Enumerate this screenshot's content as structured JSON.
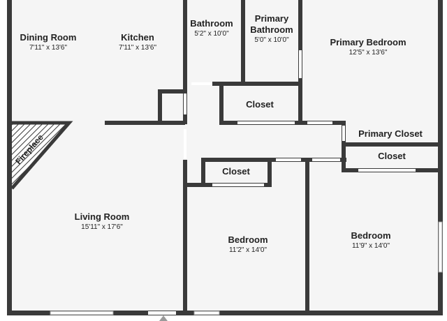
{
  "rooms": {
    "dining": {
      "name": "Dining Room",
      "dims": "7'11\" x 13'6\""
    },
    "kitchen": {
      "name": "Kitchen",
      "dims": "7'11\" x 13'6\""
    },
    "bathroom": {
      "name": "Bathroom",
      "dims": "5'2\" x 10'0\""
    },
    "primary_bathroom": {
      "name": "Primary\nBathroom",
      "dims": "5'0\" x 10'0\""
    },
    "primary_bedroom": {
      "name": "Primary Bedroom",
      "dims": "12'5\" x 13'6\""
    },
    "closet_hall": {
      "name": "Closet"
    },
    "primary_closet": {
      "name": "Primary Closet"
    },
    "closet_right": {
      "name": "Closet"
    },
    "closet_mid": {
      "name": "Closet"
    },
    "living": {
      "name": "Living Room",
      "dims": "15'11\" x 17'6\""
    },
    "bedroom_mid": {
      "name": "Bedroom",
      "dims": "11'2\" x 14'0\""
    },
    "bedroom_right": {
      "name": "Bedroom",
      "dims": "11'9\" x 14'0\""
    }
  },
  "fireplace": {
    "label": "Fireplace"
  }
}
